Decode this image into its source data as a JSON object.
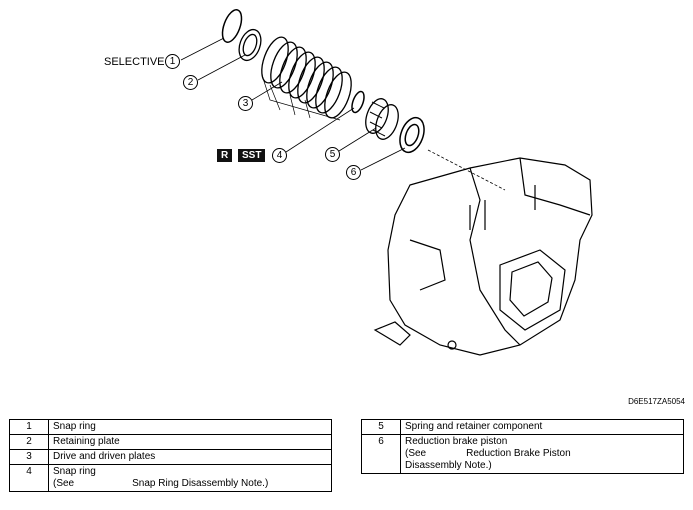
{
  "diagram": {
    "selective_label": "SELECTIVE",
    "callouts": [
      "1",
      "2",
      "3",
      "4",
      "5",
      "6"
    ],
    "badges": [
      "R",
      "SST"
    ],
    "figure_code": "D6E517ZA5054"
  },
  "legend_left": [
    {
      "n": "1",
      "text": "Snap ring"
    },
    {
      "n": "2",
      "text": "Retaining plate"
    },
    {
      "n": "3",
      "text": "Drive and driven plates"
    },
    {
      "n": "4",
      "text": "Snap ring",
      "see_prefix": "(See",
      "see_text": "Snap Ring Disassembly Note.)"
    }
  ],
  "legend_right": [
    {
      "n": "5",
      "text": "Spring and retainer component"
    },
    {
      "n": "6",
      "text": "Reduction brake piston",
      "see_prefix": "(See",
      "see_text": "Reduction Brake Piston",
      "see_text2": "Disassembly Note.)"
    }
  ]
}
